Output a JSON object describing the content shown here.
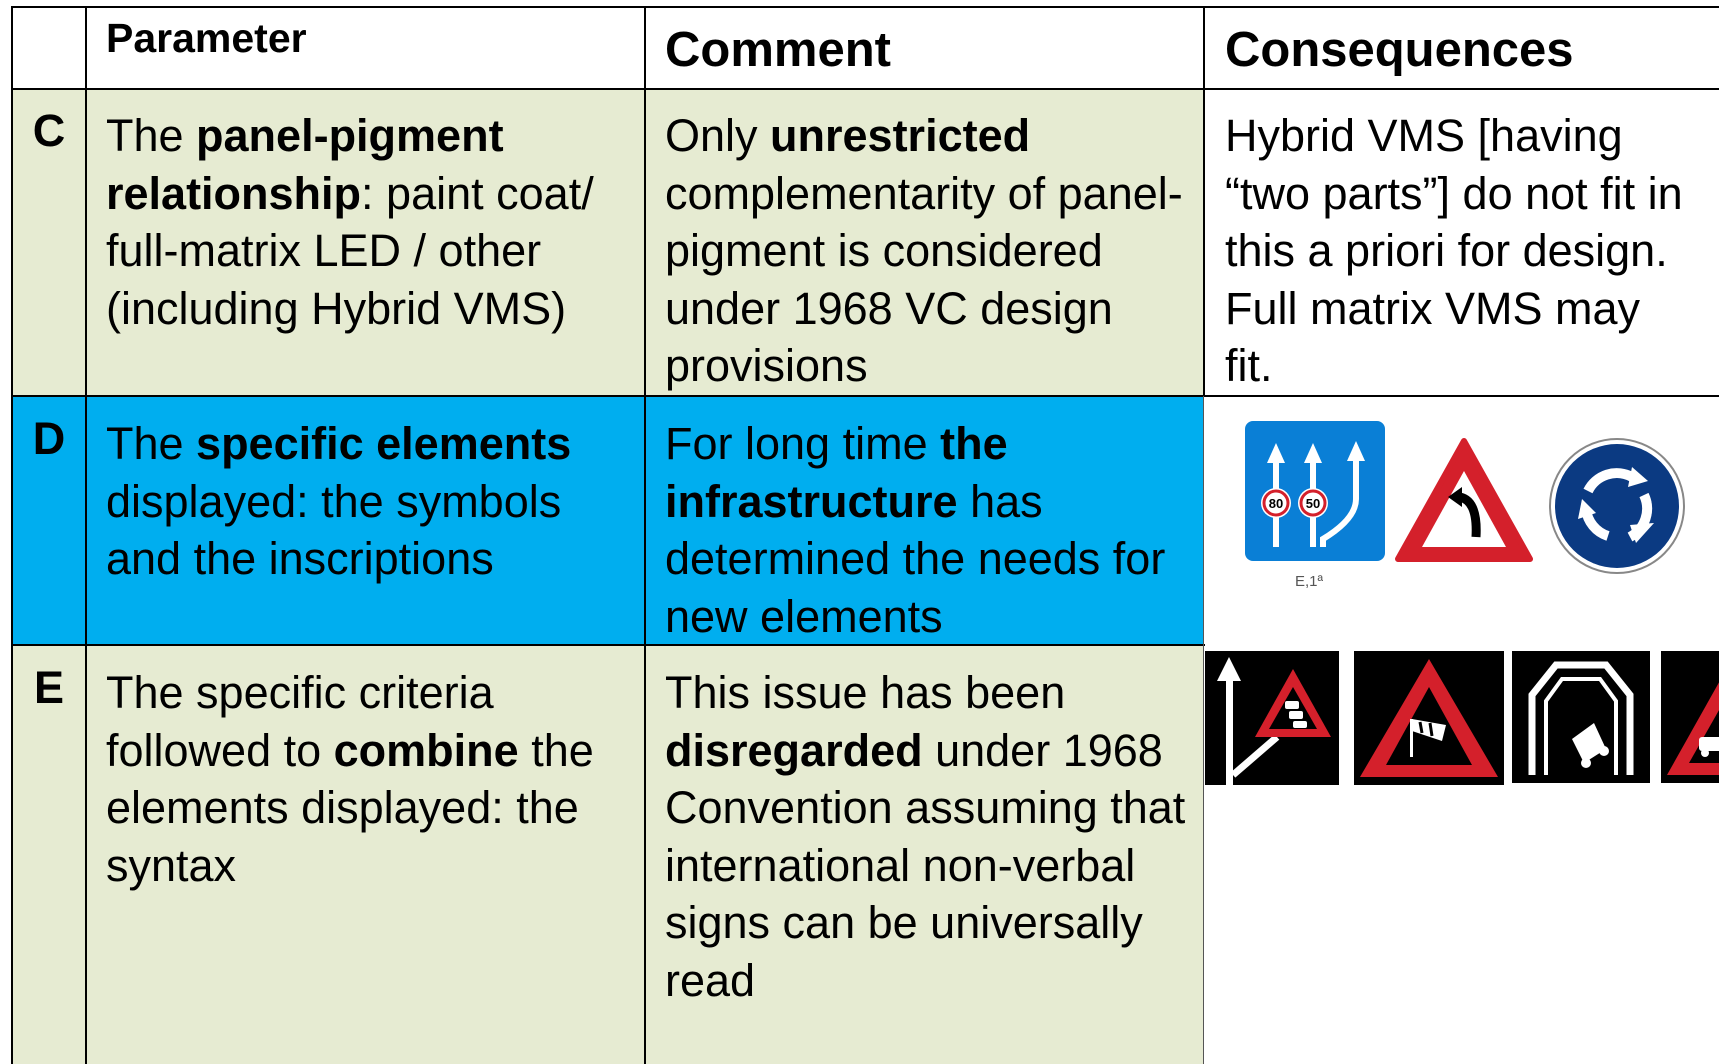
{
  "header": {
    "col_parameter": "Parameter",
    "col_comment": "Comment",
    "col_consequences": "Consequences"
  },
  "rows": [
    {
      "label": "C",
      "parameter": [
        "The ",
        {
          "b": "panel-pigment relationship"
        },
        ": paint coat/ full-matrix LED / other (including Hybrid VMS)"
      ],
      "comment": [
        "Only ",
        {
          "b": "unrestricted"
        },
        " complementarity of panel-pigment is considered under 1968 VC design provisions"
      ],
      "consequences": "Hybrid VMS [having “two parts”] do not fit in this a priori for design. Full matrix VMS may fit."
    },
    {
      "label": "D",
      "parameter": [
        "The ",
        {
          "b": "specific elements"
        },
        " displayed: the symbols and the inscriptions"
      ],
      "comment": [
        "For long time ",
        {
          "b": "the infrastructure"
        },
        " has determined the needs for new elements"
      ],
      "sign_caption": "E,1ª",
      "sign_speeds": [
        "80",
        "50"
      ],
      "signs": [
        "lane-speed-sign-icon",
        "curve-warning-sign-icon",
        "roundabout-sign-icon"
      ]
    },
    {
      "label": "E",
      "parameter": [
        "The specific criteria followed to ",
        {
          "b": "combine"
        },
        " the elements displayed: the syntax"
      ],
      "comment": [
        "This issue has been ",
        {
          "b": "disregarded"
        },
        " under 1968 Convention assuming that international non-verbal signs can be universally read"
      ],
      "signs": [
        "arrow-congestion-vms-icon",
        "crosswind-vms-icon",
        "tunnel-accident-vms-icon",
        "vehicle-warning-vms-icon"
      ]
    }
  ],
  "colors": {
    "green": "#e6ebd2",
    "blue": "#00aeef",
    "sign_blue": "#0a7fd6",
    "sign_red": "#d4202b",
    "roundabout_blue": "#0b3a82"
  }
}
